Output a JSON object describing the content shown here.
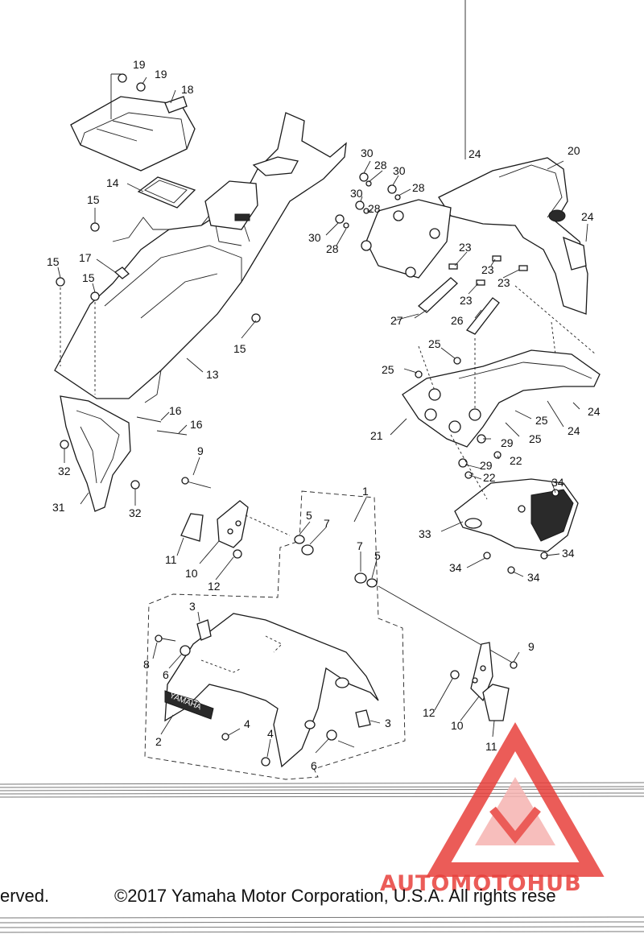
{
  "labels": [
    {
      "id": "1",
      "text": "1"
    },
    {
      "id": "2",
      "text": "2"
    },
    {
      "id": "3",
      "text": "3"
    },
    {
      "id": "4",
      "text": "4"
    },
    {
      "id": "5",
      "text": "5"
    },
    {
      "id": "6",
      "text": "6"
    },
    {
      "id": "7",
      "text": "7"
    },
    {
      "id": "8",
      "text": "8"
    },
    {
      "id": "9",
      "text": "9"
    },
    {
      "id": "10",
      "text": "10"
    },
    {
      "id": "11",
      "text": "11"
    },
    {
      "id": "12",
      "text": "12"
    },
    {
      "id": "13",
      "text": "13"
    },
    {
      "id": "14",
      "text": "14"
    },
    {
      "id": "15",
      "text": "15"
    },
    {
      "id": "16",
      "text": "16"
    },
    {
      "id": "17",
      "text": "17"
    },
    {
      "id": "18",
      "text": "18"
    },
    {
      "id": "19",
      "text": "19"
    },
    {
      "id": "20",
      "text": "20"
    },
    {
      "id": "21",
      "text": "21"
    },
    {
      "id": "22",
      "text": "22"
    },
    {
      "id": "23",
      "text": "23"
    },
    {
      "id": "24",
      "text": "24"
    },
    {
      "id": "25",
      "text": "25"
    },
    {
      "id": "26",
      "text": "26"
    },
    {
      "id": "27",
      "text": "27"
    },
    {
      "id": "28",
      "text": "28"
    },
    {
      "id": "29",
      "text": "29"
    },
    {
      "id": "30",
      "text": "30"
    },
    {
      "id": "31",
      "text": "31"
    },
    {
      "id": "32",
      "text": "32"
    },
    {
      "id": "33",
      "text": "33"
    },
    {
      "id": "34",
      "text": "34"
    }
  ],
  "fender_brand": "YAMAHA",
  "copyright": {
    "left_fragment": "erved.",
    "main": "©2017 Yamaha Motor Corporation, U.S.A. All rights rese"
  },
  "watermark": {
    "brand": "AUTOMOTOHUB",
    "color": "#e8403c",
    "accent": "#f2b01e"
  }
}
